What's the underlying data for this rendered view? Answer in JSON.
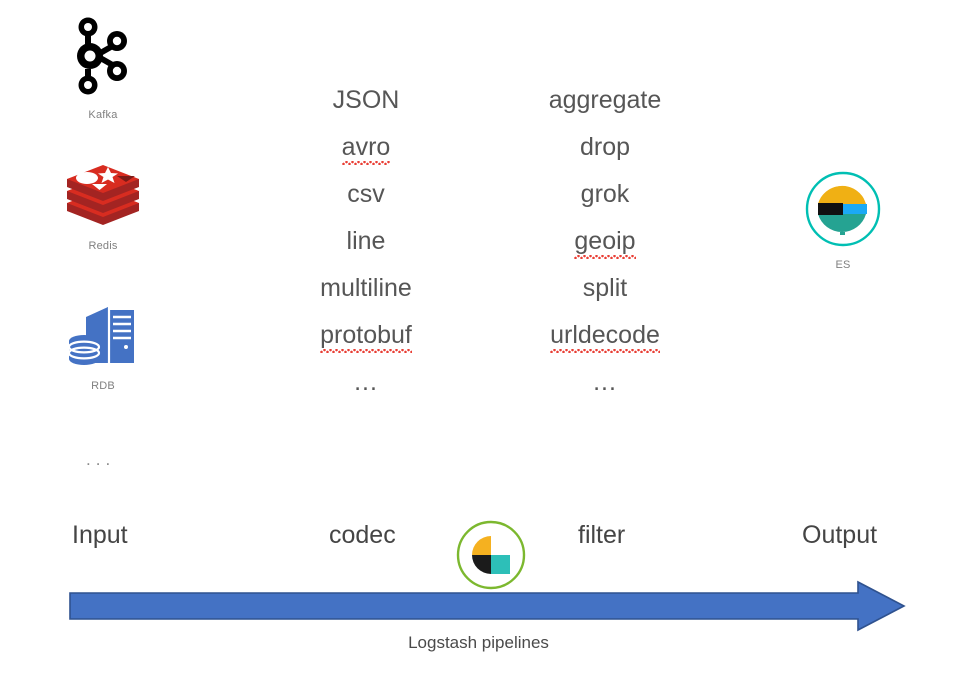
{
  "diagram": {
    "title": "Logstash pipelines",
    "caption": "Logstash pipelines"
  },
  "sources": {
    "label": "Input",
    "items": [
      {
        "id": "kafka",
        "label": "Kafka",
        "icon": "kafka-logo"
      },
      {
        "id": "redis",
        "label": "Redis",
        "icon": "redis-logo"
      },
      {
        "id": "rdb",
        "label": "RDB",
        "icon": "rdb-server-database-icon"
      }
    ],
    "more": "..."
  },
  "codec": {
    "label": "codec",
    "icon": "logstash-logo",
    "items": [
      {
        "text": "JSON",
        "misspelled": false
      },
      {
        "text": "avro",
        "misspelled": true
      },
      {
        "text": "csv",
        "misspelled": false
      },
      {
        "text": "line",
        "misspelled": false
      },
      {
        "text": "multiline",
        "misspelled": false
      },
      {
        "text": "protobuf",
        "misspelled": true
      }
    ],
    "more": "..."
  },
  "filter": {
    "label": "filter",
    "items": [
      {
        "text": "aggregate",
        "misspelled": false
      },
      {
        "text": "drop",
        "misspelled": false
      },
      {
        "text": "grok",
        "misspelled": false
      },
      {
        "text": "geoip",
        "misspelled": true
      },
      {
        "text": "split",
        "misspelled": false
      },
      {
        "text": "urldecode",
        "misspelled": true
      }
    ],
    "more": "..."
  },
  "output": {
    "label": "Output",
    "items": [
      {
        "id": "es",
        "label": "ES",
        "icon": "elasticsearch-logo"
      }
    ]
  },
  "colors": {
    "arrow": "#4472C4",
    "arrow_stroke": "#2F528F",
    "text": "#565656",
    "stage_text": "#454545",
    "small_label": "#808080",
    "redis": "#D82C20",
    "rdb_blue": "#4472C4",
    "es_teal": "#00BFB3",
    "es_yellow": "#F0B014",
    "es_blue": "#1BA9F5",
    "es_black": "#111111",
    "logstash_green": "#7CB82F",
    "spell_underline": "#E8342A"
  }
}
